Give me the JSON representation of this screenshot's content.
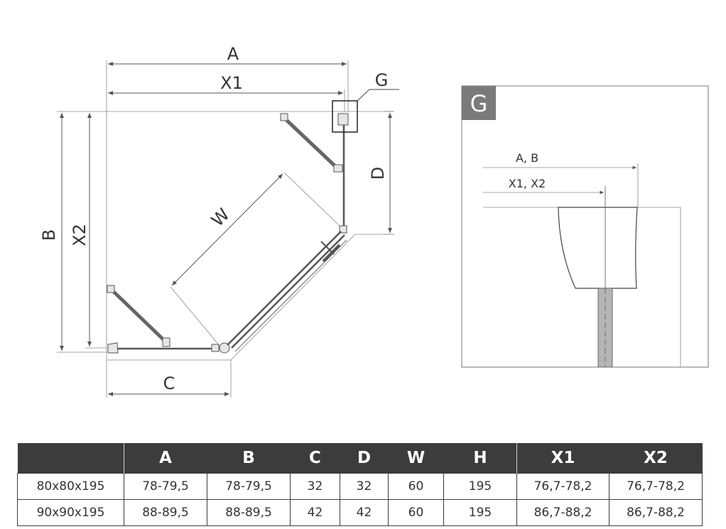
{
  "labels": {
    "A": "A",
    "X1": "X1",
    "B": "B",
    "X2": "X2",
    "C": "C",
    "D": "D",
    "W": "W",
    "G": "G"
  },
  "detail": {
    "badge": "G",
    "ab": "A, B",
    "x1x2": "X1, X2"
  },
  "table": {
    "headers": [
      "",
      "A",
      "B",
      "C",
      "D",
      "W",
      "H",
      "X1",
      "X2"
    ],
    "rows": [
      [
        "80x80x195",
        "78-79,5",
        "78-79,5",
        "32",
        "32",
        "60",
        "195",
        "76,7-78,2",
        "76,7-78,2"
      ],
      [
        "90x90x195",
        "88-89,5",
        "88-89,5",
        "42",
        "42",
        "60",
        "195",
        "86,7-88,2",
        "86,7-88,2"
      ]
    ]
  },
  "colors": {
    "header_bg": "#3c3c3c",
    "badge_bg": "#7a7a7a"
  }
}
